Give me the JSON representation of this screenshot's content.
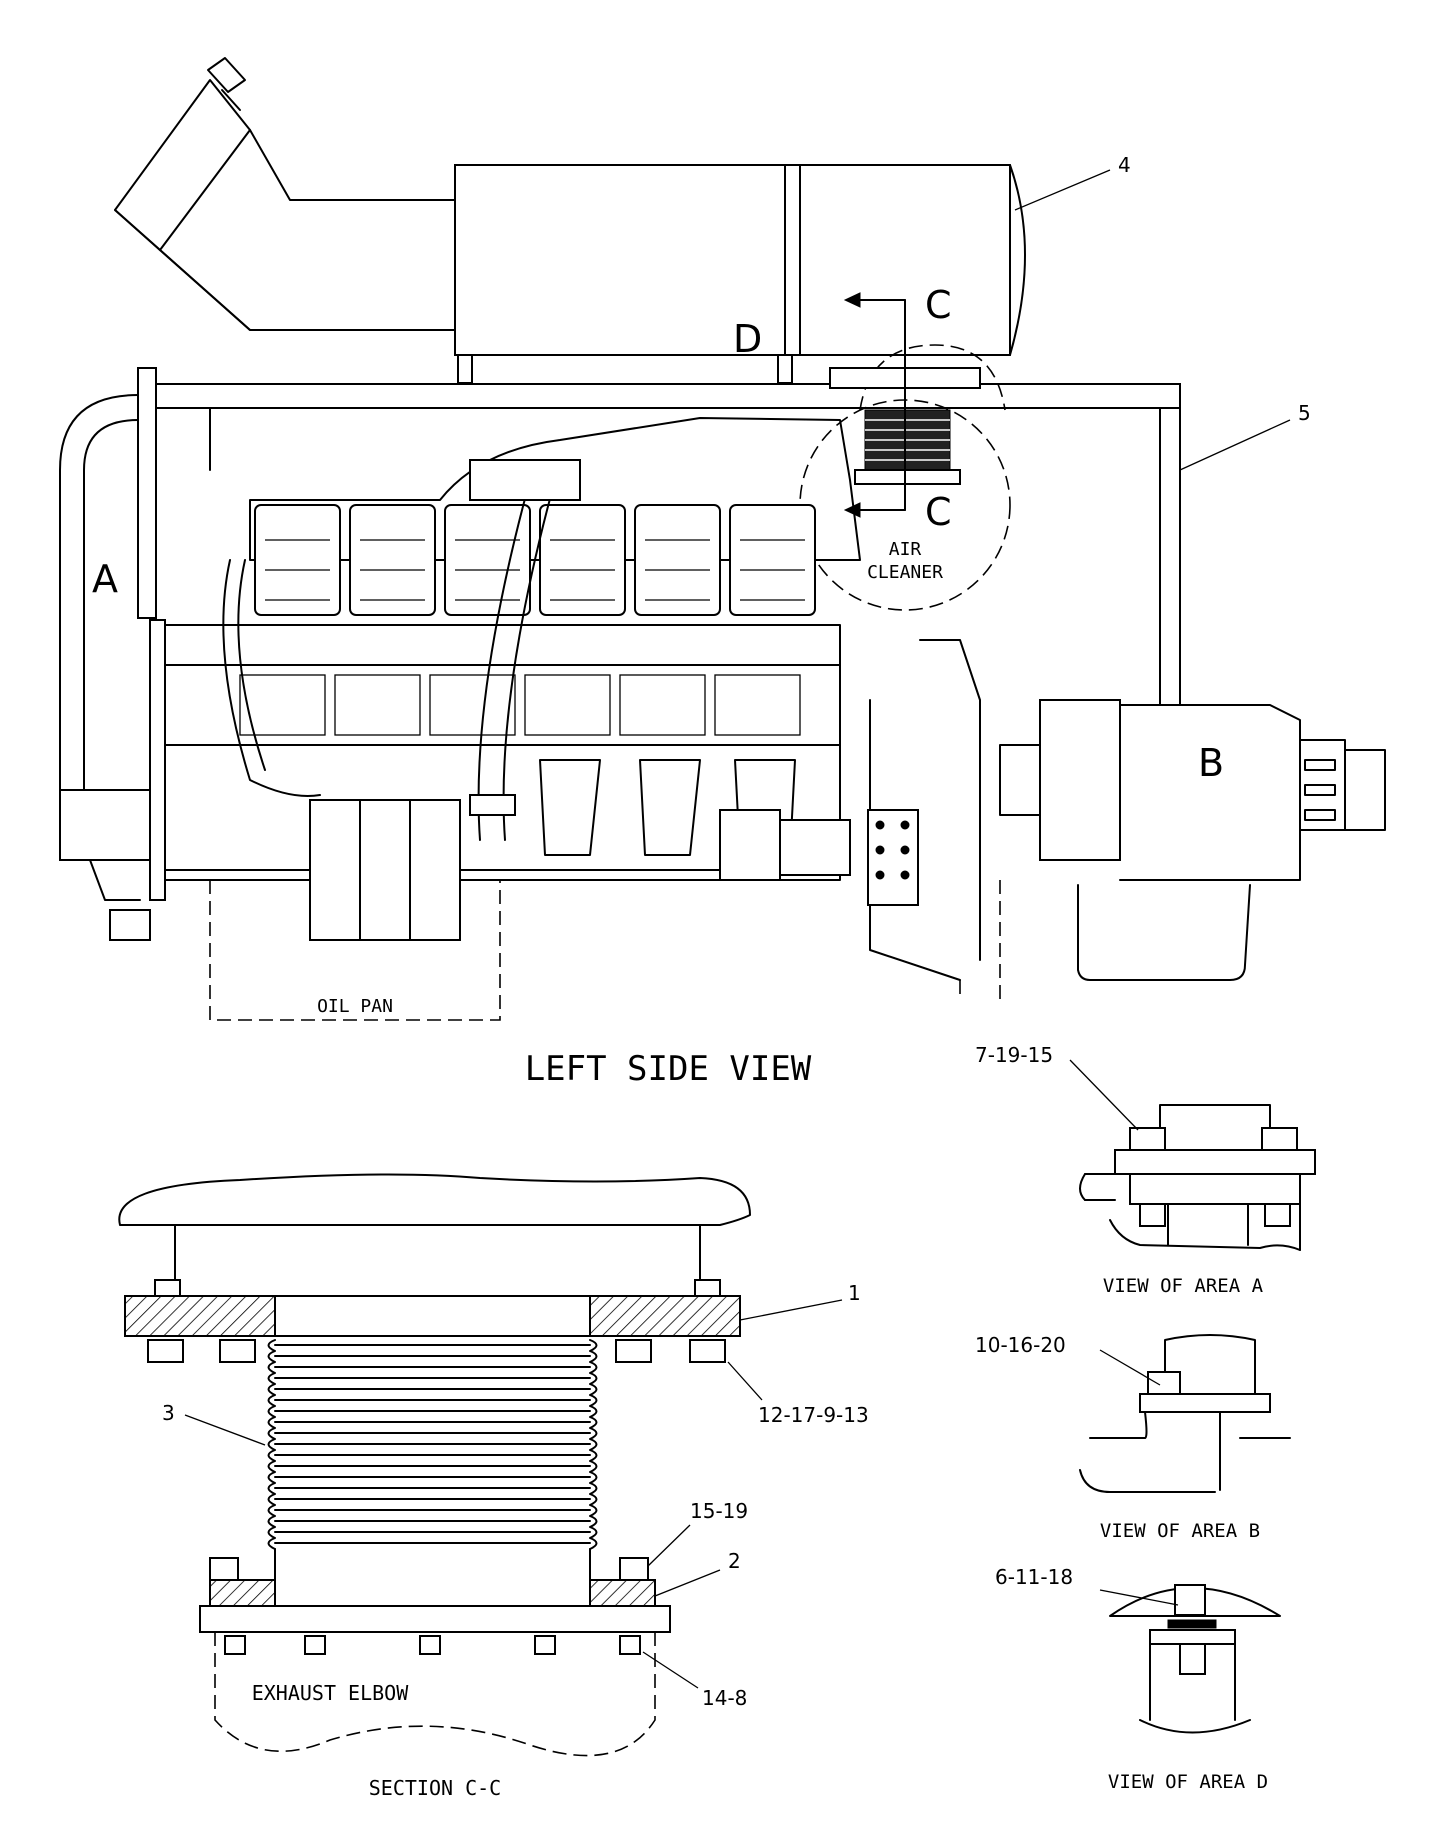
{
  "views": {
    "main_title": "LEFT SIDE VIEW",
    "section_title": "SECTION C-C",
    "area_a_title": "VIEW OF AREA A",
    "area_b_title": "VIEW OF AREA B",
    "area_d_title": "VIEW OF AREA D"
  },
  "area_labels": {
    "a": "A",
    "b": "B",
    "c_top": "C",
    "c_bottom": "C",
    "d": "D"
  },
  "component_labels": {
    "air_cleaner_line1": "AIR",
    "air_cleaner_line2": "CLEANER",
    "oil_pan": "OIL PAN",
    "exhaust_elbow": "EXHAUST ELBOW"
  },
  "callouts": {
    "c1": "1",
    "c2": "2",
    "c3": "3",
    "c4": "4",
    "c5": "5",
    "area_a_bolts": "7-19-15",
    "area_b_bolts": "10-16-20",
    "area_d_bolts": "6-11-18",
    "section_top_bolts": "12-17-9-13",
    "section_mid_bolts": "15-19",
    "section_bottom_bolts": "14-8"
  }
}
